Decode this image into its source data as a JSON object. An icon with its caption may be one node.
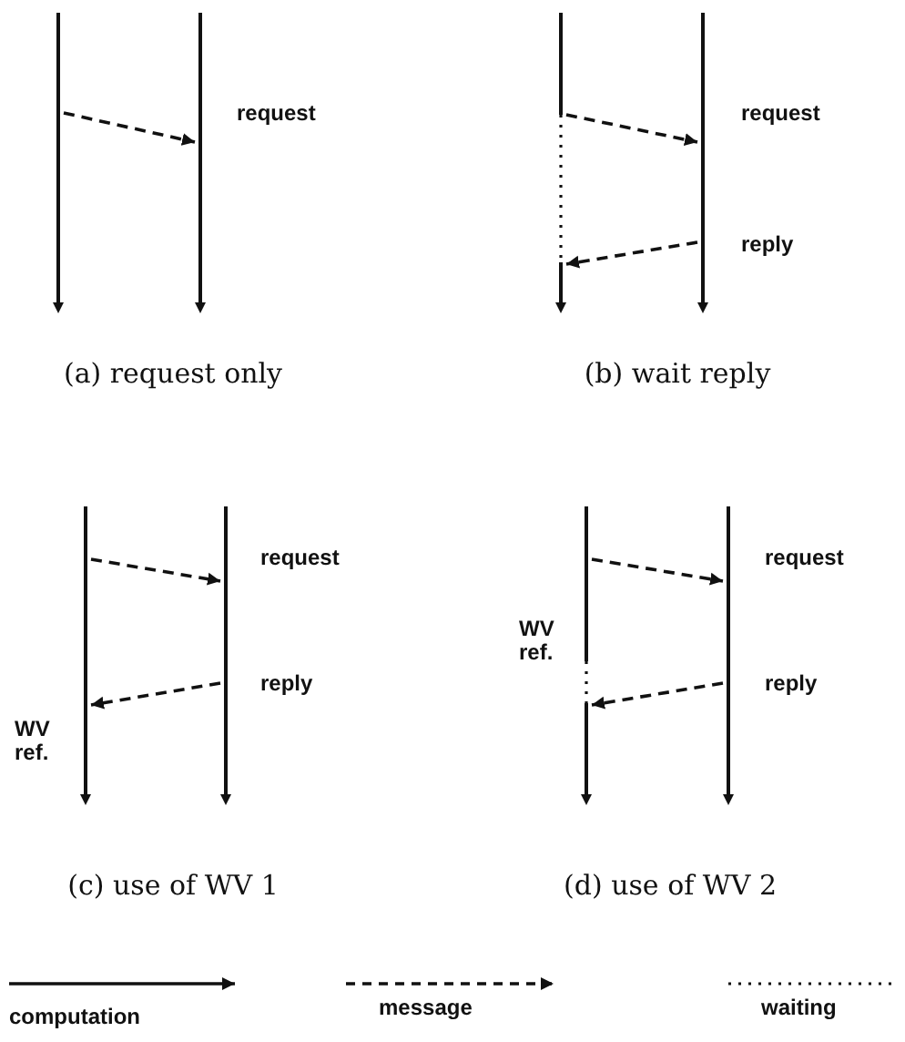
{
  "diagram": {
    "nodes": [
      {
        "text": [],
        "shape": "arrow"
      },
      {
        "text": [],
        "shape": "arrow"
      },
      {
        "text": [],
        "shape": "arrow"
      },
      {
        "text": [],
        "shape": "arrow"
      },
      {
        "text": [],
        "shape": "arrow"
      },
      {
        "text": [],
        "shape": "arrow"
      },
      {
        "text": [],
        "shape": "arrow"
      },
      {
        "text": [],
        "shape": "arrow"
      }
    ],
    "edges": [
      {
        "from": 0,
        "to": 1,
        "arrow": "to",
        "style": "dashed",
        "label": "request"
      },
      {
        "from": 2,
        "to": 3,
        "arrow": "to",
        "style": "dashed",
        "label": "request"
      },
      {
        "from": 3,
        "to": 2,
        "arrow": "to",
        "style": "dashed",
        "label": "reply"
      },
      {
        "from": 4,
        "to": 5,
        "arrow": "to",
        "style": "dashed",
        "label": "request"
      },
      {
        "from": 5,
        "to": 4,
        "arrow": "to",
        "style": "dashed",
        "label": "reply"
      },
      {
        "from": 6,
        "to": 7,
        "arrow": "to",
        "style": "dashed",
        "label": "request"
      },
      {
        "from": 7,
        "to": 6,
        "arrow": "to",
        "style": "dashed",
        "label": "reply"
      }
    ],
    "labels": [
      "(a) request only",
      "(b) wait reply",
      "WV ref.",
      "WV ref.",
      "(c) use of WV 1",
      "(d) use of WV 2"
    ],
    "legend": [
      {
        "text": "computation"
      },
      {
        "text": "message"
      },
      {
        "text": "waiting"
      }
    ]
  }
}
